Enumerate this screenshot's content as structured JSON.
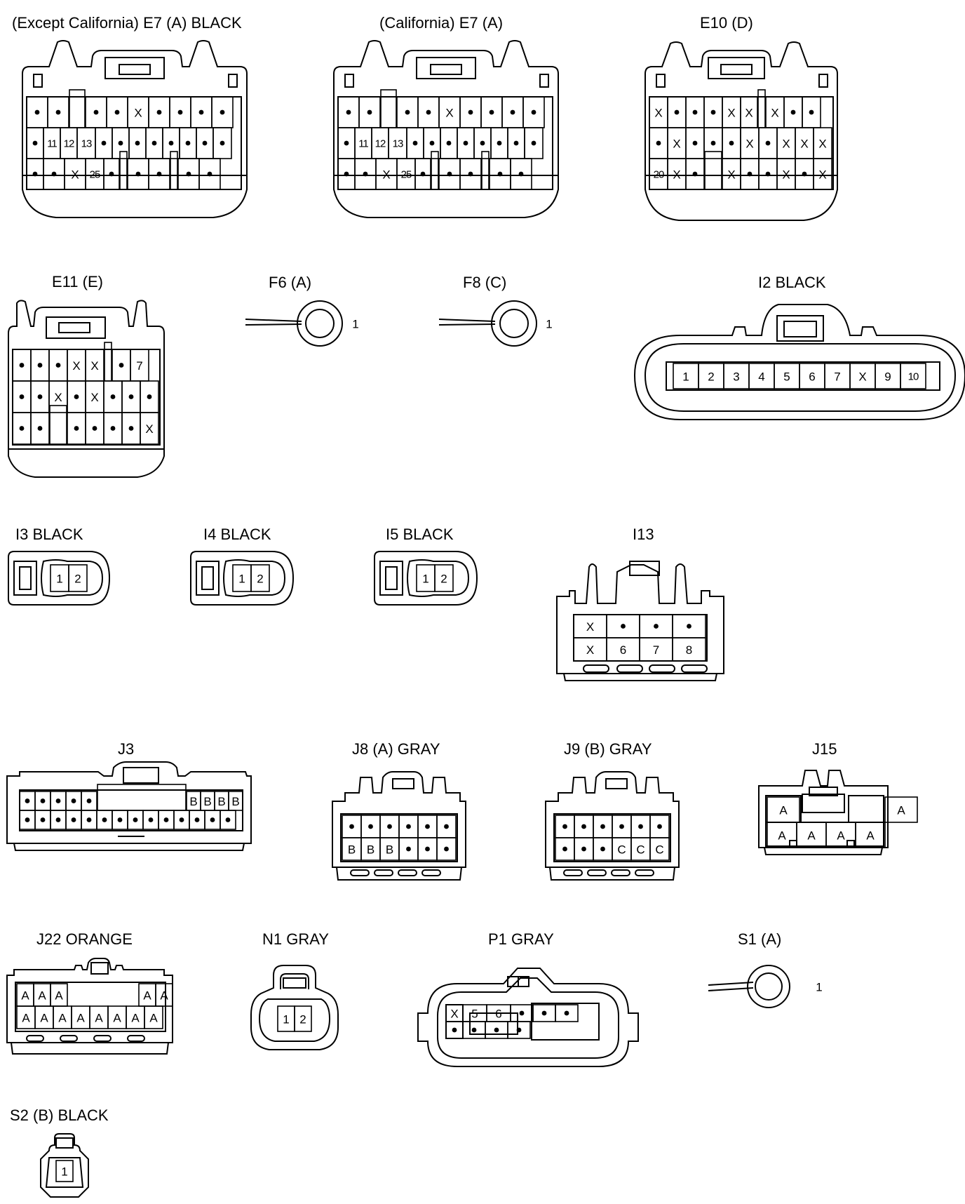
{
  "connectors": [
    {
      "id": "e7a-except",
      "label": "(Except California)  E7 (A)  BLACK",
      "rows": [
        [
          "•",
          "•",
          "|",
          "•",
          "•",
          "X",
          "•",
          "•",
          "•",
          "•"
        ],
        [
          "•",
          "11",
          "12",
          "13",
          "•",
          "•",
          "•",
          "•",
          "•",
          "•",
          "•",
          "•"
        ],
        [
          "•",
          "•",
          "X",
          "25",
          "•",
          "|",
          "•",
          "•",
          "|",
          "•",
          "•"
        ]
      ]
    },
    {
      "id": "e7a-ca",
      "label": "(California)  E7 (A)",
      "rows": [
        [
          "•",
          "•",
          "|",
          "•",
          "•",
          "X",
          "•",
          "•",
          "•",
          "•"
        ],
        [
          "•",
          "11",
          "12",
          "13",
          "•",
          "•",
          "•",
          "•",
          "•",
          "•",
          "•",
          "•"
        ],
        [
          "•",
          "•",
          "X",
          "25",
          "•",
          "|",
          "•",
          "•",
          "|",
          "•",
          "•"
        ]
      ]
    },
    {
      "id": "e10d",
      "label": "E10 (D)",
      "rows": [
        [
          "X",
          "•",
          "•",
          "•",
          "X",
          "X",
          "|",
          "X",
          "•",
          "•"
        ],
        [
          "•",
          "X",
          "•",
          "•",
          "•",
          "X",
          "•",
          "X",
          "X",
          "X"
        ],
        [
          "20",
          "X",
          "•",
          "|",
          "X",
          "•",
          "•",
          "X",
          "•",
          "X"
        ]
      ]
    },
    {
      "id": "e11e",
      "label": "E11 (E)",
      "rows": [
        [
          "•",
          "•",
          "•",
          "X",
          "X",
          "|",
          "•",
          "7"
        ],
        [
          "•",
          "•",
          "X",
          "•",
          "X",
          "•",
          "•",
          "•"
        ],
        [
          "•",
          "•",
          "|",
          "•",
          "•",
          "•",
          "•",
          "X"
        ]
      ]
    },
    {
      "id": "f6a",
      "label": "F6 (A)",
      "pin": "1"
    },
    {
      "id": "f8c",
      "label": "F8 (C)",
      "pin": "1"
    },
    {
      "id": "i2",
      "label": "I2  BLACK",
      "rows": [
        [
          "1",
          "2",
          "3",
          "4",
          "5",
          "6",
          "7",
          "X",
          "9",
          "10"
        ]
      ]
    },
    {
      "id": "i3",
      "label": "I3  BLACK",
      "rows": [
        [
          "1",
          "2"
        ]
      ]
    },
    {
      "id": "i4",
      "label": "I4  BLACK",
      "rows": [
        [
          "1",
          "2"
        ]
      ]
    },
    {
      "id": "i5",
      "label": "I5  BLACK",
      "rows": [
        [
          "1",
          "2"
        ]
      ]
    },
    {
      "id": "i13",
      "label": "I13",
      "rows": [
        [
          "X",
          "•",
          "•",
          "•"
        ],
        [
          "X",
          "6",
          "7",
          "8"
        ]
      ]
    },
    {
      "id": "j3",
      "label": "J3",
      "rows": [
        [
          "•",
          "•",
          "•",
          "•",
          "•",
          "|",
          "B",
          "B",
          "B",
          "B"
        ],
        [
          "•",
          "•",
          "•",
          "•",
          "•",
          "•",
          "•",
          "•",
          "•",
          "•",
          "•",
          "•",
          "•",
          "•"
        ]
      ]
    },
    {
      "id": "j8a",
      "label": "J8 (A)  GRAY",
      "rows": [
        [
          "•",
          "•",
          "•",
          "•",
          "•",
          "•"
        ],
        [
          "B",
          "B",
          "B",
          "•",
          "•",
          "•"
        ]
      ]
    },
    {
      "id": "j9b",
      "label": "J9 (B)  GRAY",
      "rows": [
        [
          "•",
          "•",
          "•",
          "•",
          "•",
          "•"
        ],
        [
          "•",
          "•",
          "•",
          "C",
          "C",
          "C"
        ]
      ]
    },
    {
      "id": "j15",
      "label": "J15",
      "rows": [
        [
          "A",
          "A"
        ],
        [
          "A",
          "A",
          "A",
          "A"
        ]
      ]
    },
    {
      "id": "j22",
      "label": "J22  ORANGE",
      "rows": [
        [
          "A",
          "A",
          "A",
          "A",
          "A"
        ],
        [
          "A",
          "A",
          "A",
          "A",
          "A",
          "A",
          "A",
          "A"
        ]
      ]
    },
    {
      "id": "n1",
      "label": "N1  GRAY",
      "rows": [
        [
          "1",
          "2"
        ]
      ]
    },
    {
      "id": "p1",
      "label": "P1  GRAY",
      "rows": [
        [
          "X",
          "5",
          "6",
          "•",
          "•",
          "•"
        ],
        [
          "•",
          "•",
          "•",
          "•"
        ]
      ]
    },
    {
      "id": "s1a",
      "label": "S1 (A)",
      "pin": "1"
    },
    {
      "id": "s2b",
      "label": "S2 (B)  BLACK",
      "rows": [
        [
          "1"
        ]
      ]
    }
  ]
}
